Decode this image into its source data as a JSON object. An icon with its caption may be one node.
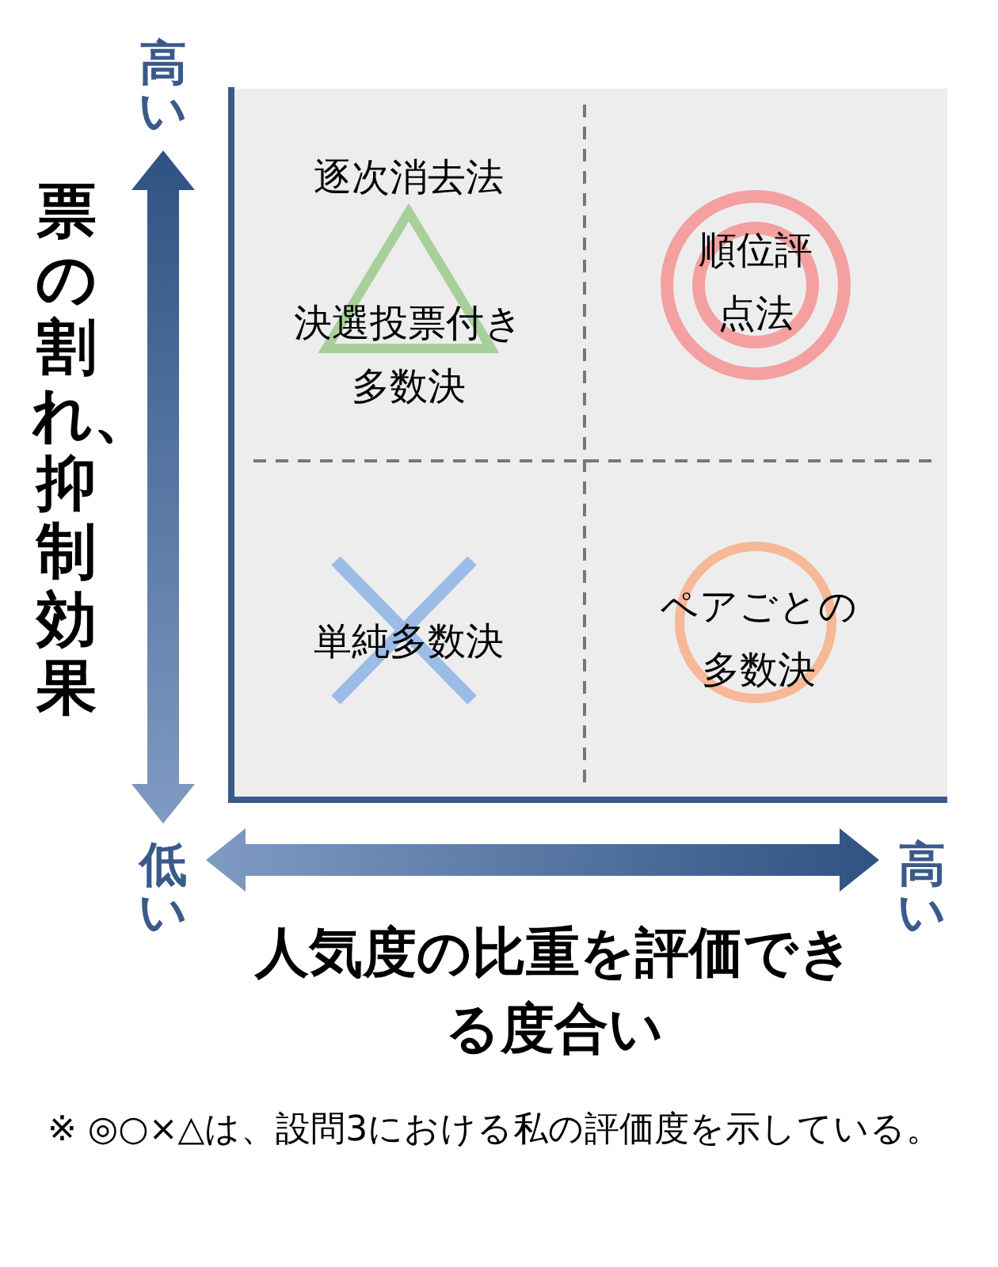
{
  "diagram": {
    "caption": "※ ◎○×△は、設問3における私の評価度を示している。",
    "labels": [
      "高い",
      "票の割れ、抑制効果",
      "逐次消去法",
      "順位評点法",
      "決選投票付き多数決",
      "単純多数決",
      "ペアごとの多数決",
      "低い",
      "高い",
      "人気度の比重を評価できる度合い"
    ]
  }
}
